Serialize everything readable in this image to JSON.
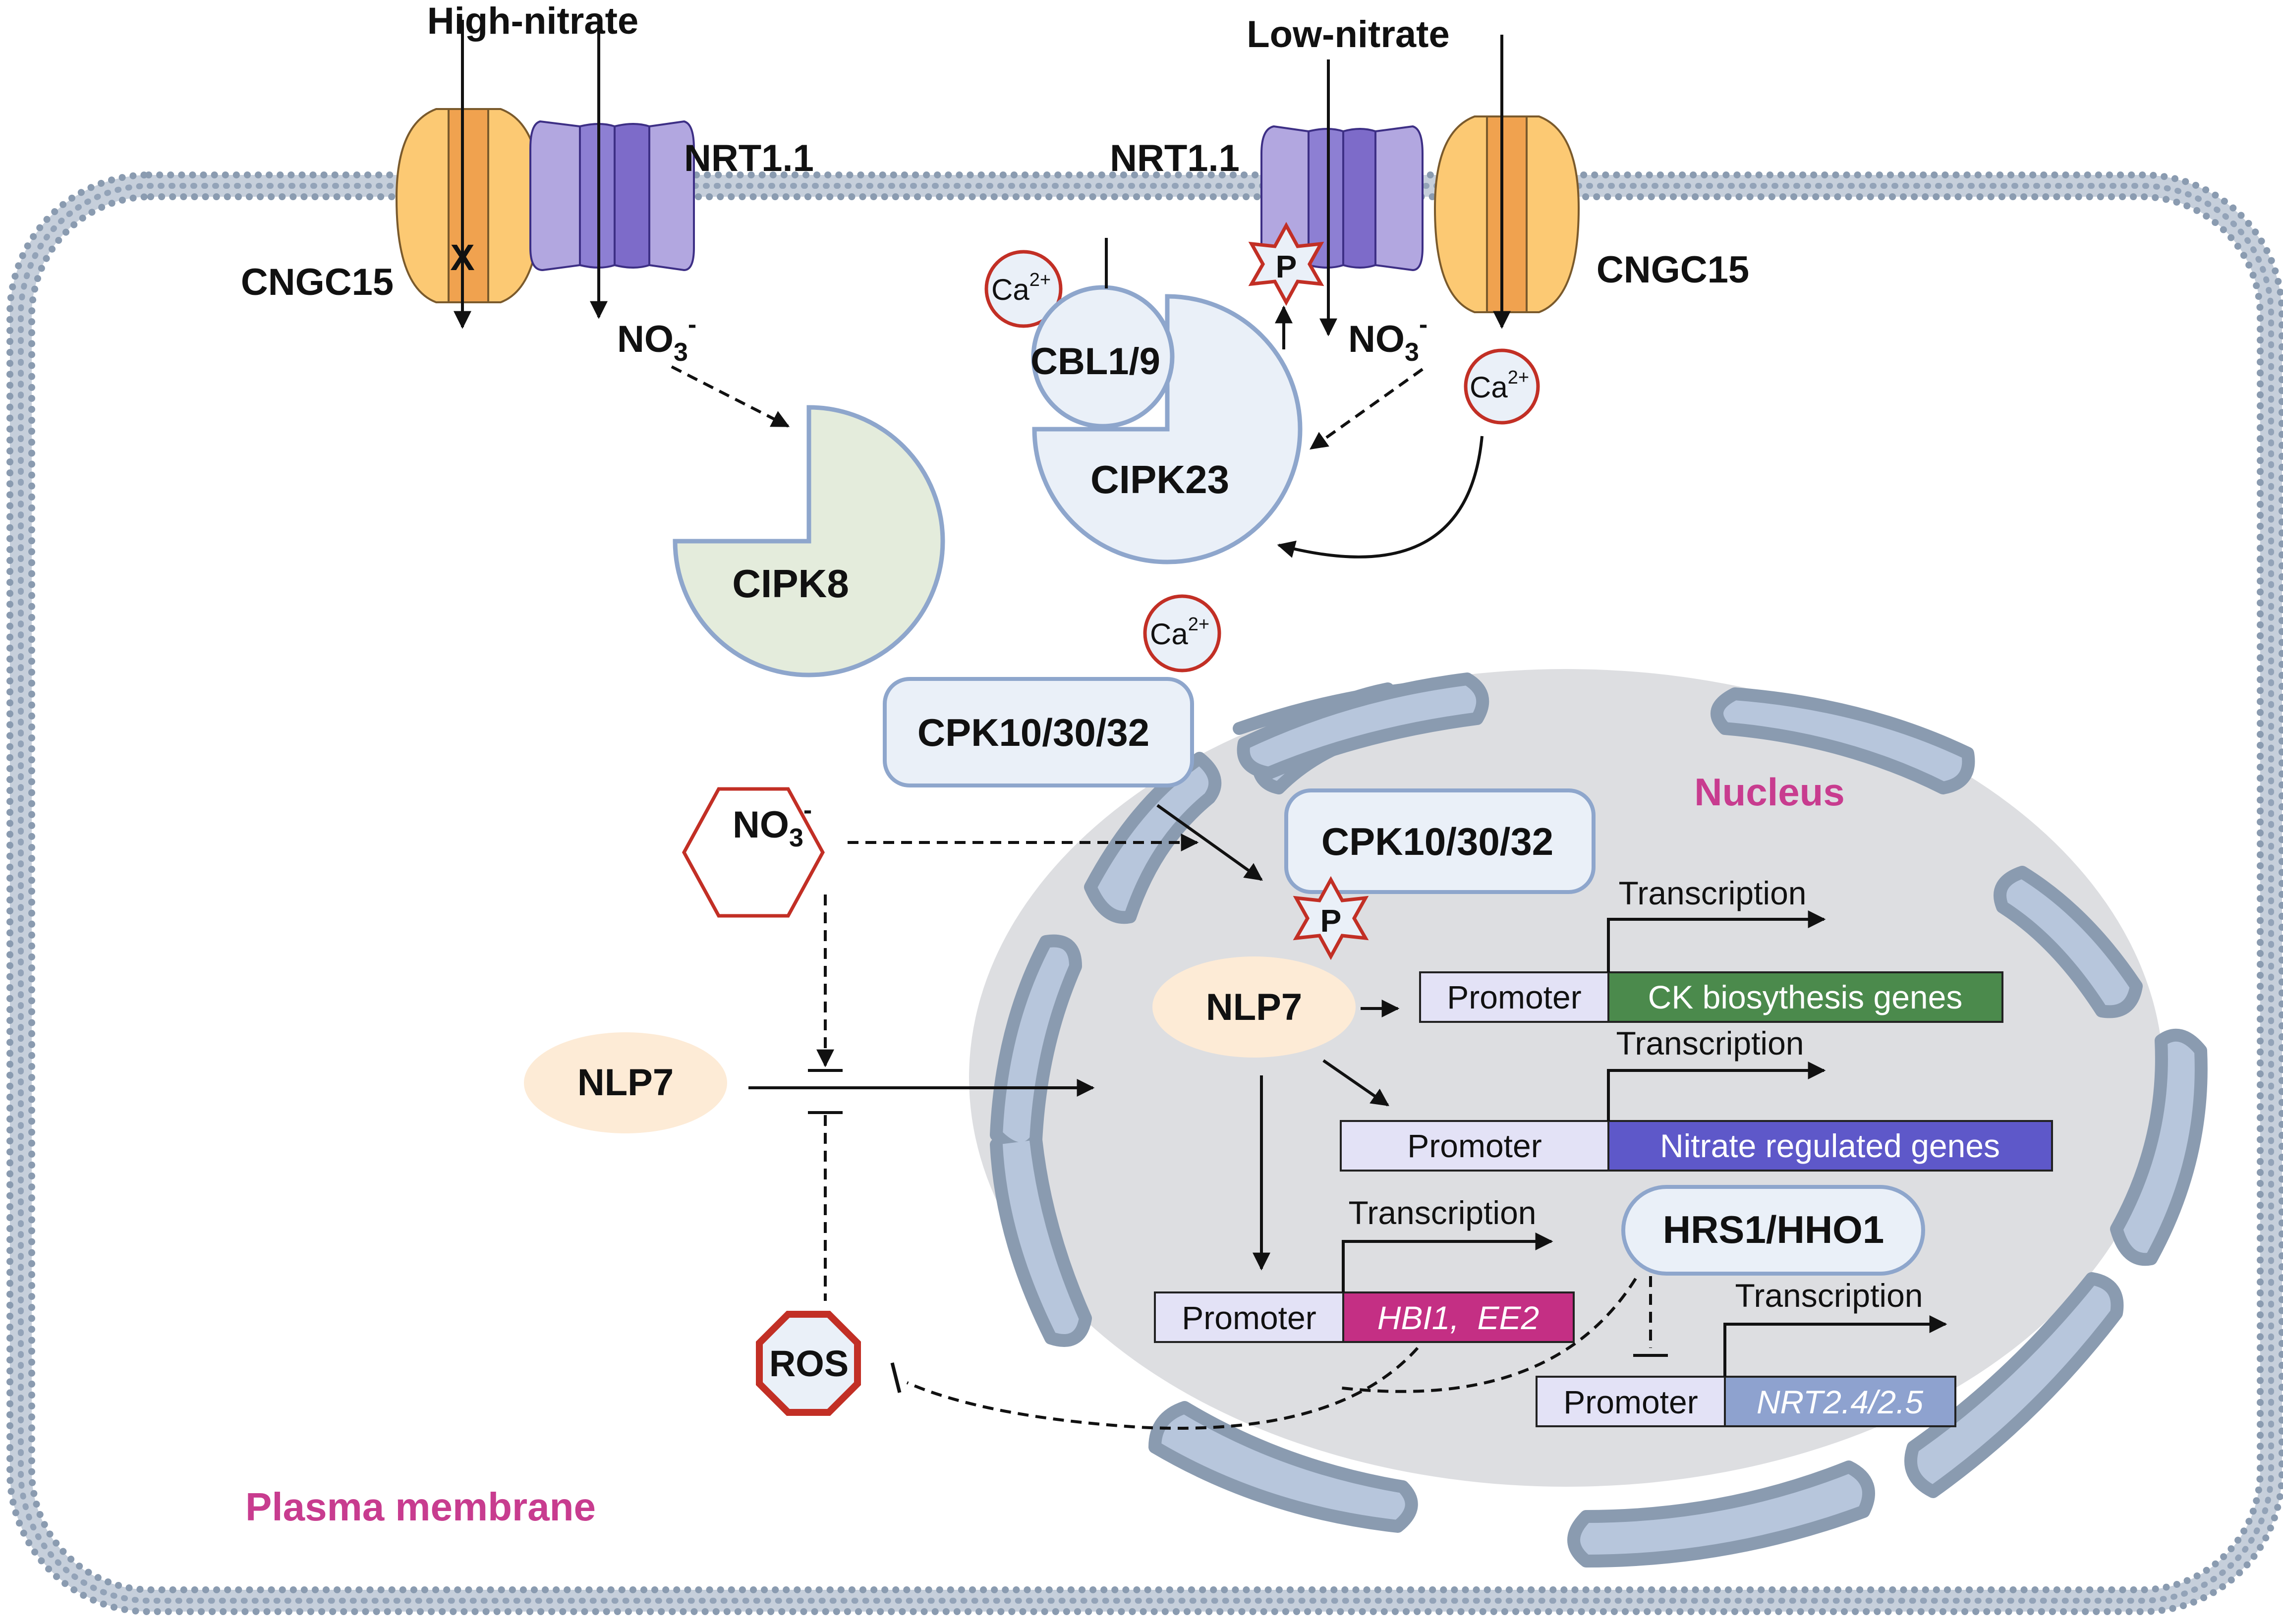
{
  "colors": {
    "membrane": "#8a9bb0",
    "nucleus_fill": "#dddee1",
    "envelope_fill": "#b7c6dc",
    "envelope_stroke": "#8a9bb0",
    "protein_fill": "#eaf0f8",
    "protein_stroke": "#8ea6cc",
    "cipk8_fill": "#e4ecdc",
    "nlp7_fill": "#fdebd6",
    "cngc_fill": "#fcc973",
    "cngc_core": "#f0a24f",
    "nrt_fill": "#b2a7e0",
    "nrt_core": "#7d6bc9",
    "ion_stroke": "#c22f25",
    "magenta_text": "#c83c8f",
    "ck_gene": "#4b8a4c",
    "nitrate_gene": "#5e58c9",
    "hbi_gene": "#c42f84",
    "nrt_gene": "#8ea2cf",
    "promoter_fill": "#e3e2f6"
  },
  "labels": {
    "high_nitrate": "High-nitrate",
    "low_nitrate": "Low-nitrate",
    "nrt11_left": "NRT1.1",
    "nrt11_right": "NRT1.1",
    "cngc15_left": "CNGC15",
    "cngc15_right": "CNGC15",
    "block_x": "X",
    "no3_left": "NO",
    "no3_left_sub": "3",
    "no3_left_sup": "-",
    "no3_right": "NO",
    "no3_right_sub": "3",
    "no3_right_sup": "-",
    "cipk8": "CIPK8",
    "cipk23": "CIPK23",
    "cbl19": "CBL1/9",
    "ca_symbol": "Ca",
    "ca_charge": "2+",
    "phospho": "P",
    "cpk_cyto": "CPK10/30/32",
    "cpk_nuc": "CPK10/30/32",
    "no3_hex": "NO",
    "no3_hex_sub": "3",
    "no3_hex_sup": "-",
    "nlp7_cyto": "NLP7",
    "nlp7_nuc": "NLP7",
    "ros": "ROS",
    "nucleus": "Nucleus",
    "plasma_membrane": "Plasma membrane",
    "hrs1": "HRS1/HHO1"
  },
  "genes": [
    {
      "promoter": "Promoter",
      "gene": "CK biosythesis genes",
      "transcription": "Transcription"
    },
    {
      "promoter": "Promoter",
      "gene": "Nitrate regulated genes",
      "transcription": "Transcription"
    },
    {
      "promoter": "Promoter",
      "gene": "HBI1,  EE2",
      "transcription": "Transcription"
    },
    {
      "promoter": "Promoter",
      "gene": "NRT2.4/2.5",
      "transcription": "Transcription"
    }
  ]
}
